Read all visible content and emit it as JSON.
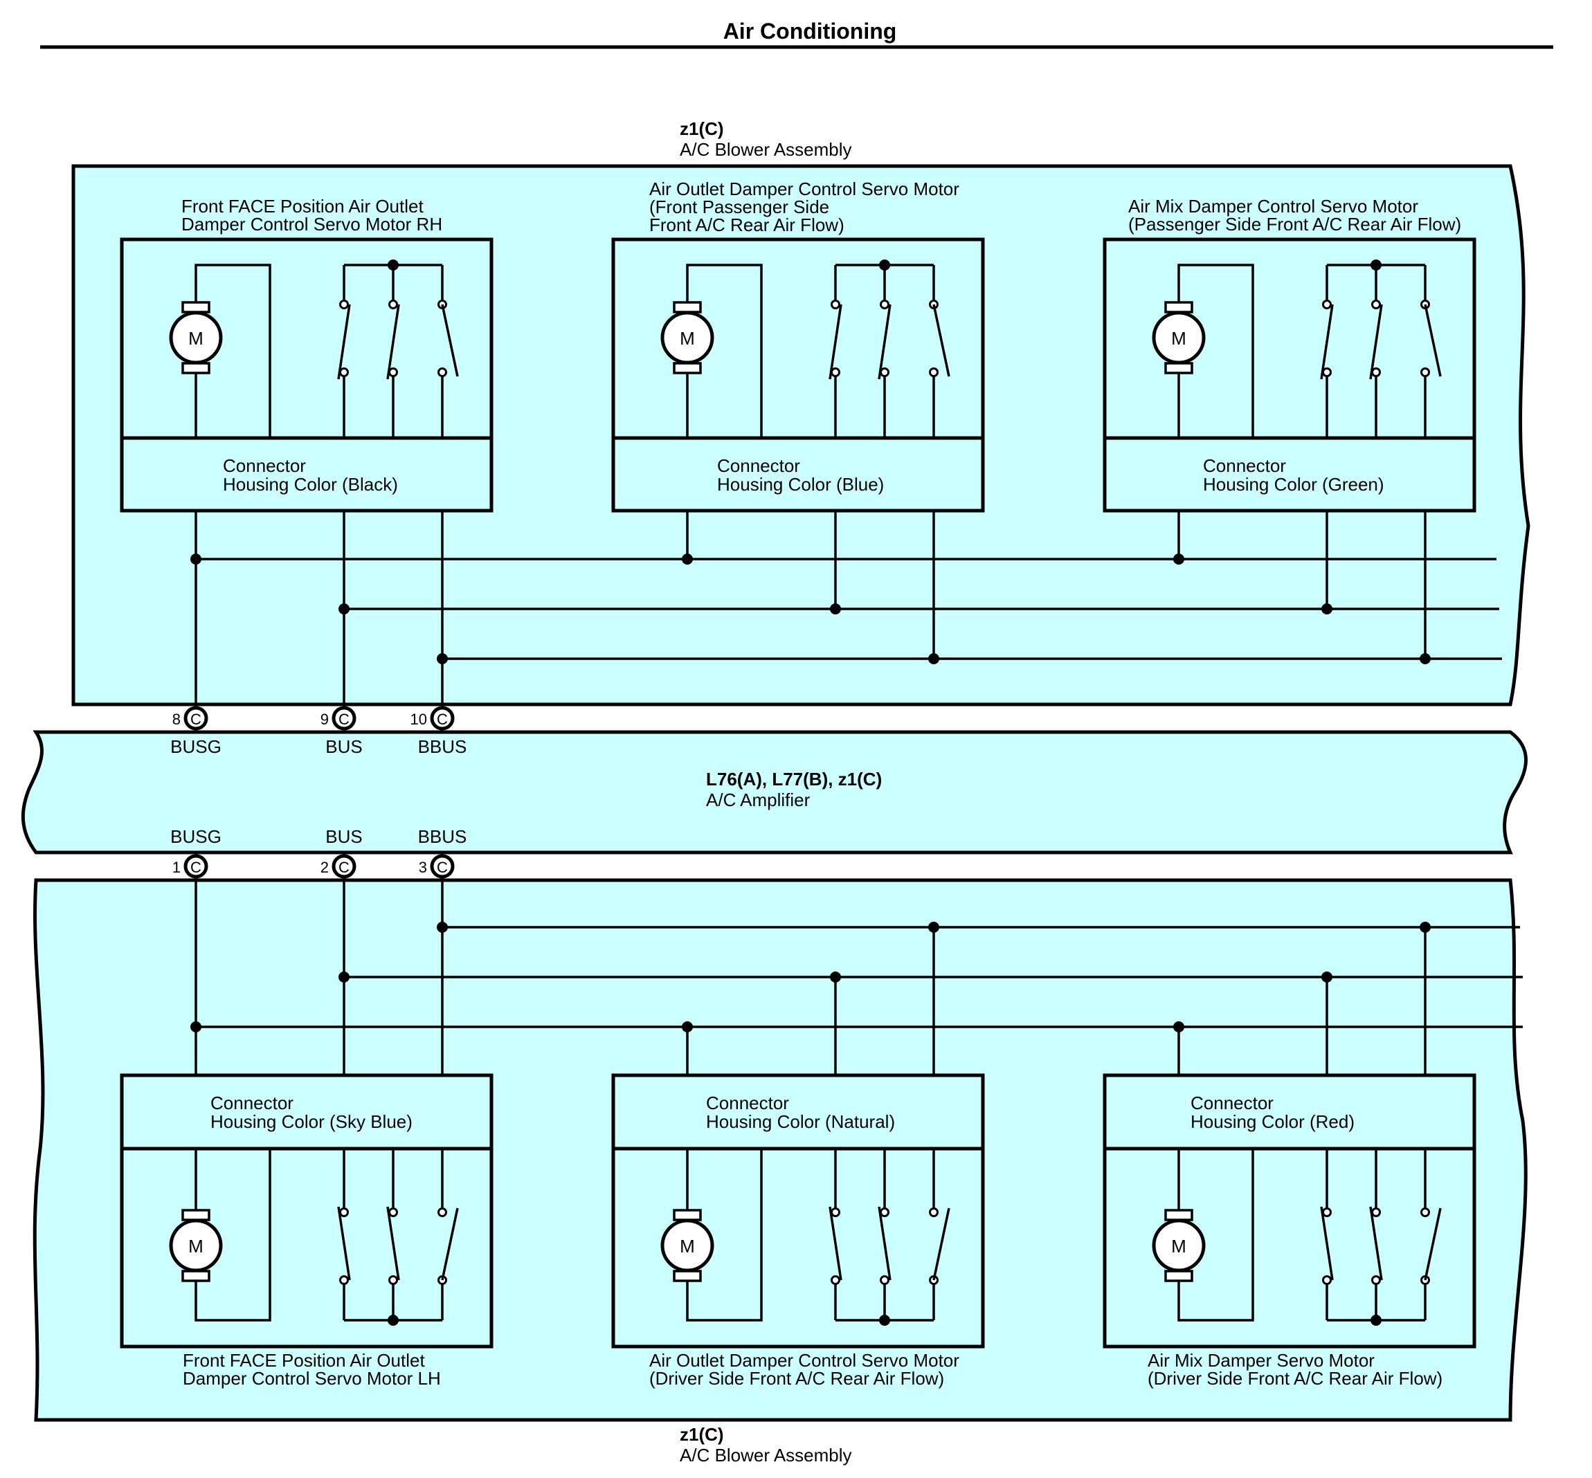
{
  "title": "Air Conditioning",
  "colors": {
    "panel_fill": "#ccffff",
    "line": "#000000"
  },
  "top_assembly": {
    "code": "z1(C)",
    "name": "A/C Blower Assembly"
  },
  "bottom_assembly": {
    "code": "z1(C)",
    "name": "A/C Blower Assembly"
  },
  "amplifier": {
    "code": "L76(A), L77(B), z1(C)",
    "name": "A/C Amplifier"
  },
  "top_connector": {
    "pins": [
      {
        "num": "8",
        "conn": "C",
        "signal": "BUSG"
      },
      {
        "num": "9",
        "conn": "C",
        "signal": "BUS"
      },
      {
        "num": "10",
        "conn": "C",
        "signal": "BBUS"
      }
    ]
  },
  "bottom_connector": {
    "pins": [
      {
        "num": "1",
        "conn": "C",
        "signal": "BUSG"
      },
      {
        "num": "2",
        "conn": "C",
        "signal": "BUS"
      },
      {
        "num": "3",
        "conn": "C",
        "signal": "BBUS"
      }
    ]
  },
  "motor_symbol": "M",
  "top_motors": [
    {
      "name_lines": [
        "Front FACE Position Air Outlet",
        "Damper Control Servo Motor RH"
      ],
      "connector_lines": [
        "Connector",
        "Housing Color (Black)"
      ]
    },
    {
      "name_lines": [
        "Air Outlet Damper Control Servo Motor",
        "(Front Passenger Side",
        " Front A/C Rear Air Flow)"
      ],
      "connector_lines": [
        "Connector",
        "Housing Color (Blue)"
      ]
    },
    {
      "name_lines": [
        "Air Mix Damper Control Servo Motor",
        "(Passenger Side Front A/C Rear Air Flow)"
      ],
      "connector_lines": [
        "Connector",
        "Housing Color (Green)"
      ]
    }
  ],
  "bottom_motors": [
    {
      "name_lines": [
        "Front FACE Position Air Outlet",
        "Damper Control Servo Motor LH"
      ],
      "connector_lines": [
        "Connector",
        "Housing Color (Sky Blue)"
      ]
    },
    {
      "name_lines": [
        "Air Outlet Damper Control Servo Motor",
        "(Driver Side Front A/C Rear Air Flow)"
      ],
      "connector_lines": [
        "Connector",
        "Housing Color (Natural)"
      ]
    },
    {
      "name_lines": [
        "Air Mix Damper Servo Motor",
        "(Driver Side Front A/C Rear Air Flow)"
      ],
      "connector_lines": [
        "Connector",
        "Housing Color (Red)"
      ]
    }
  ]
}
